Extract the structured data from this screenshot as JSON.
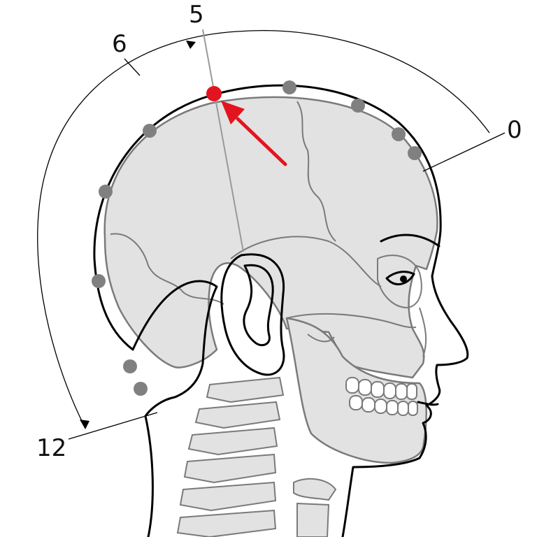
{
  "labels": {
    "zero": "0",
    "five": "5",
    "six": "6",
    "twelve": "12"
  },
  "colors": {
    "skin_outline": "#000000",
    "skull_fill": "#e2e2e2",
    "skull_stroke": "#7a7a7a",
    "point_gray": "#808080",
    "point_highlight": "#e3141f",
    "arrow": "#e3141f"
  },
  "highlighted_point": "5"
}
